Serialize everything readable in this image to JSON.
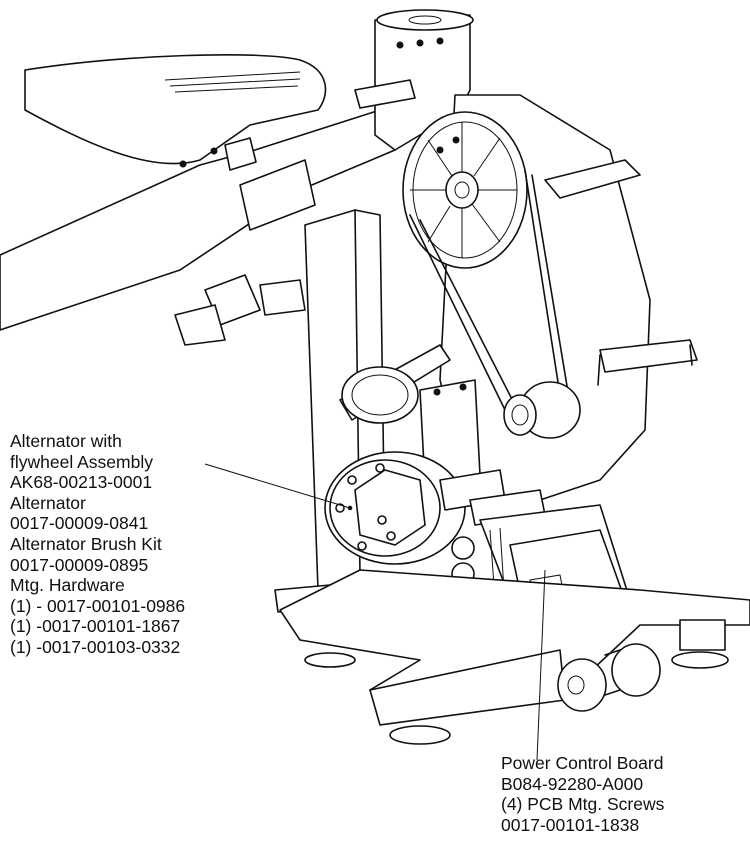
{
  "callouts": {
    "alternator": {
      "lines": [
        "Alternator with",
        "flywheel Assembly",
        "AK68-00213-0001",
        "Alternator",
        "0017-00009-0841",
        "Alternator Brush Kit",
        "0017-00009-0895",
        "Mtg. Hardware",
        "(1) - 0017-00101-0986",
        "(1) -0017-00101-1867",
        "(1) -0017-00103-0332"
      ]
    },
    "power_control_board": {
      "lines": [
        "Power Control Board",
        "B084-92280-A000",
        "(4) PCB Mtg. Screws",
        "0017-00101-1838"
      ]
    }
  }
}
